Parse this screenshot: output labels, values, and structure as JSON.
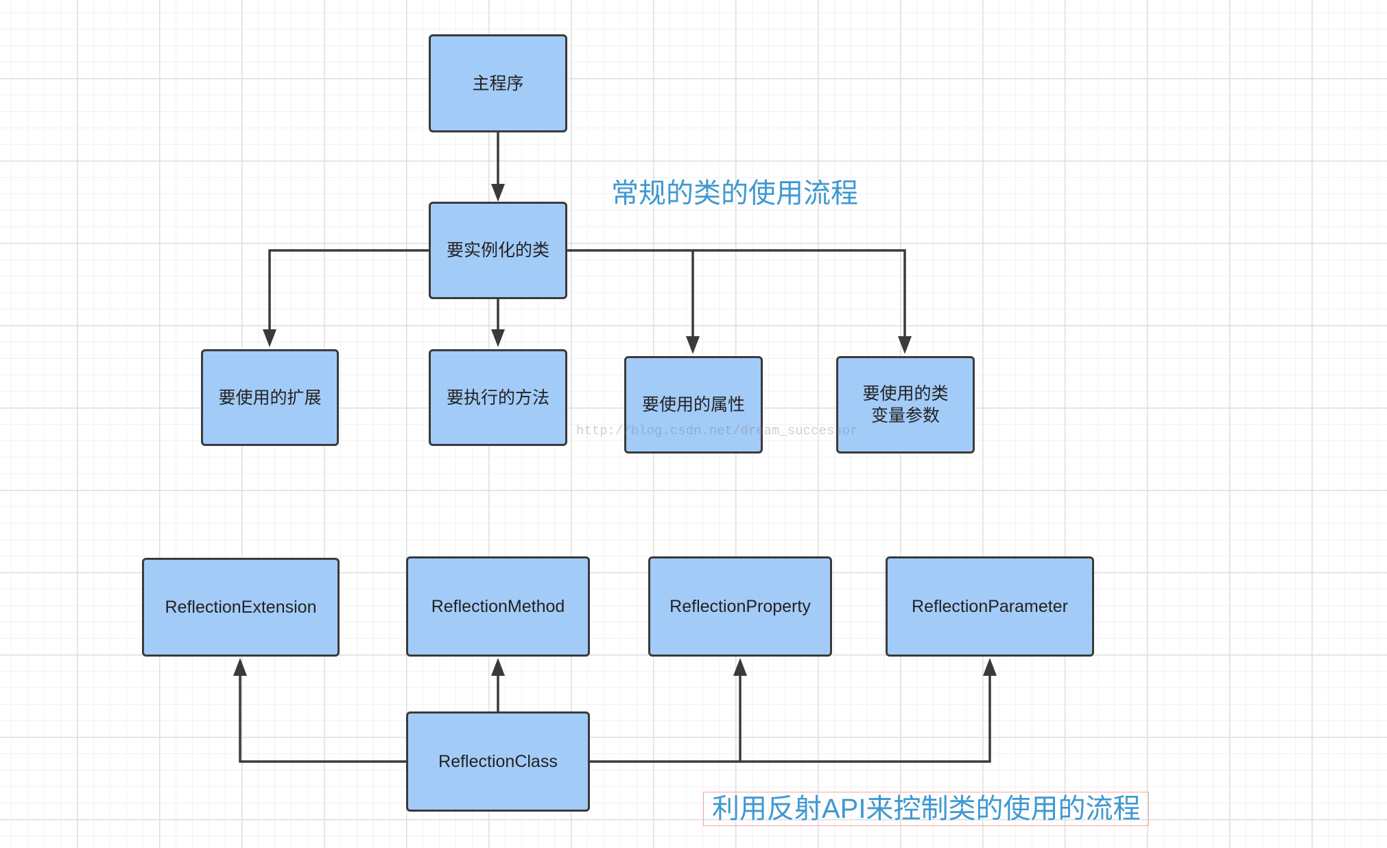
{
  "diagram": {
    "top_section": {
      "title": "常规的类的使用流程",
      "nodes": {
        "main_program": "主程序",
        "class_to_instantiate": "要实例化的类",
        "extension_to_use": "要使用的扩展",
        "method_to_execute": "要执行的方法",
        "property_to_use": "要使用的属性",
        "class_variable_parameter": "要使用的类变量参数"
      }
    },
    "bottom_section": {
      "title": "利用反射API来控制类的使用的流程",
      "nodes": {
        "reflection_extension": "ReflectionExtension",
        "reflection_method": "ReflectionMethod",
        "reflection_property": "ReflectionProperty",
        "reflection_parameter": "ReflectionParameter",
        "reflection_class": "ReflectionClass"
      }
    },
    "watermark": "http://blog.csdn.net/dream_successor",
    "colors": {
      "node_fill": "#a3cbf8",
      "node_border": "#3a3a3a",
      "title_text": "#3e98d1",
      "connector": "#3a3a3a"
    }
  }
}
